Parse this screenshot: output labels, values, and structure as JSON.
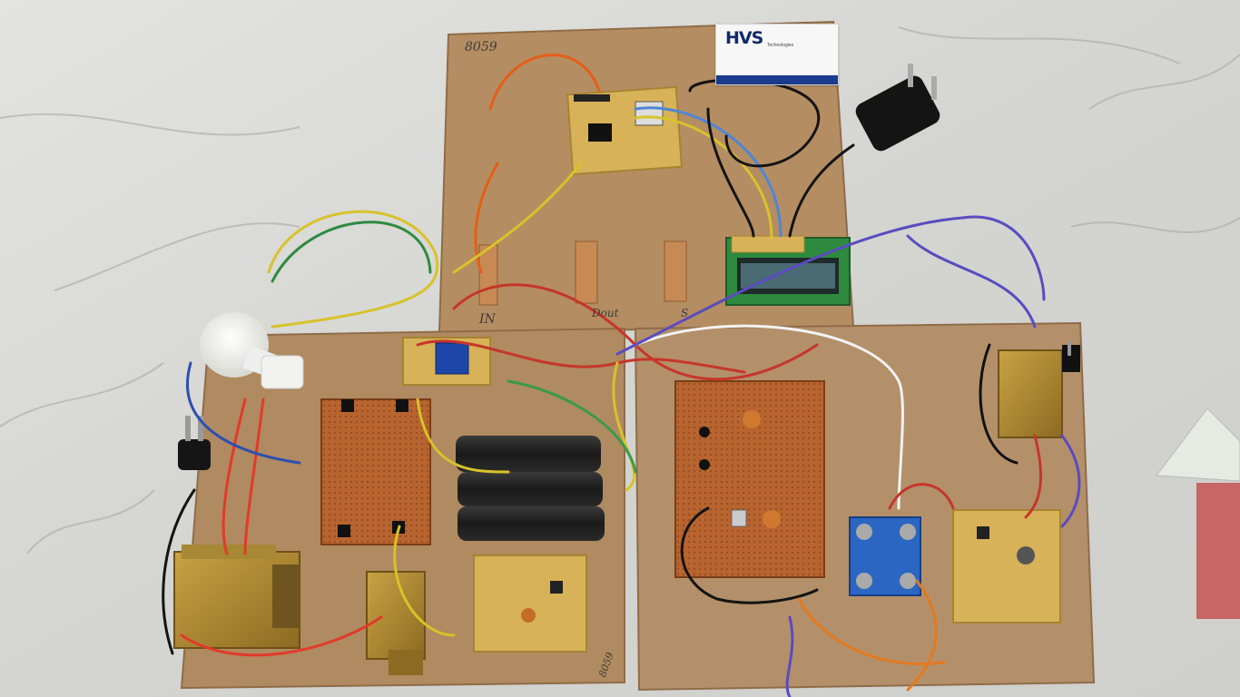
{
  "scene": {
    "handwritten_labels": {
      "top_board_id": "8059",
      "input_label": "IN",
      "output_label": "Dout",
      "s_label": "S",
      "bottom_board_id": "8059"
    },
    "business_card": {
      "logo_text": "HVS",
      "tagline": "Technologies"
    },
    "colors": {
      "table": "#d9d9d6",
      "board": "#b58d62",
      "pcb_yellow": "#d8b258",
      "perfboard": "#b8642f",
      "lcd_green": "#7fbf62"
    }
  }
}
